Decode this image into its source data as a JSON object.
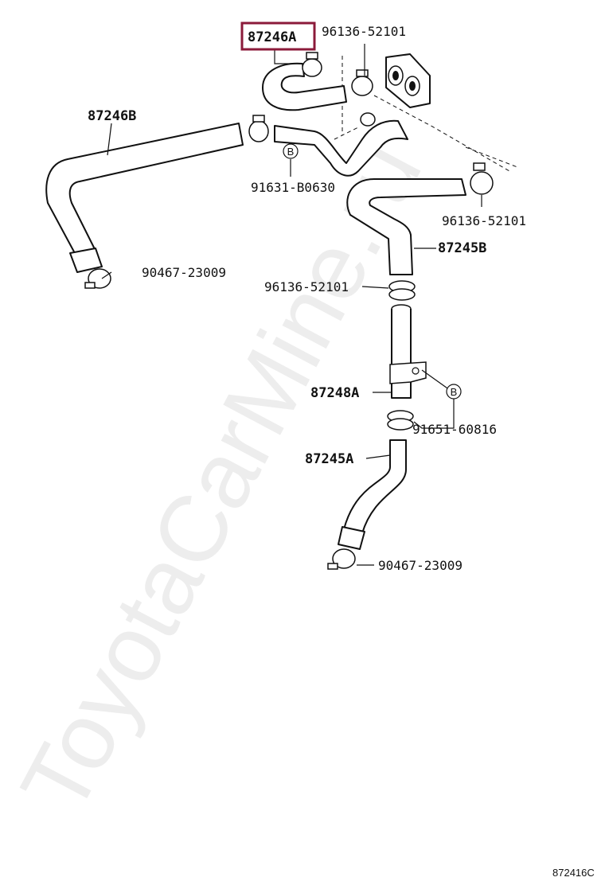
{
  "highlighted_part": "87246A",
  "labels": {
    "p87246A": "87246A",
    "p96136_top": "96136-52101",
    "p87246B": "87246B",
    "p91631": "91631-B0630",
    "p96136_right": "96136-52101",
    "p90467_left": "90467-23009",
    "p87245B": "87245B",
    "p96136_mid": "96136-52101",
    "p87248A": "87248A",
    "p91651": "91651-60816",
    "p87245A": "87245A",
    "p90467_bottom": "90467-23009",
    "ref_code": "872416C",
    "marker_b1": "B",
    "marker_b2": "B"
  },
  "watermark": "ToyotaCarMine.ru",
  "colors": {
    "highlight_border": "#8b1a3a",
    "line": "#111111",
    "watermark": "#d8d8d8"
  }
}
